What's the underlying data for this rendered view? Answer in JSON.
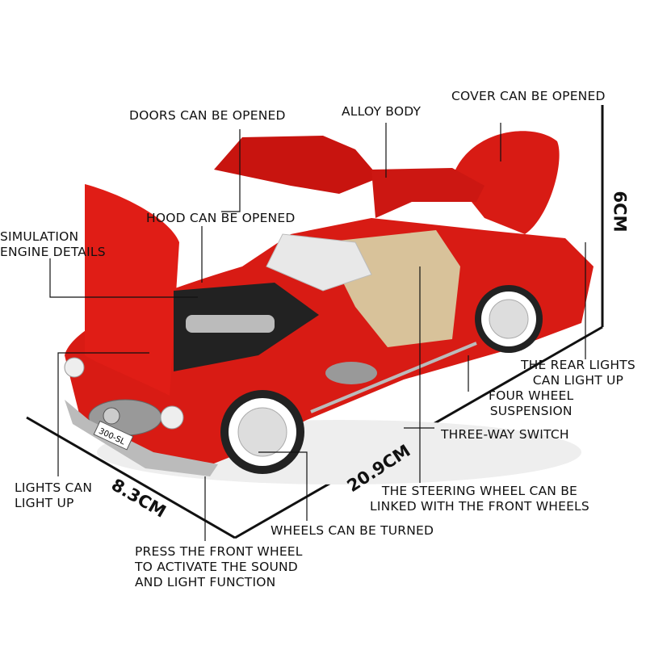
{
  "labels": {
    "doors": "DOORS CAN BE OPENED",
    "alloy": "ALLOY BODY",
    "cover": "COVER CAN BE OPENED",
    "hood": "HOOD CAN BE OPENED",
    "engine": [
      "SIMULATION",
      "ENGINE DETAILS"
    ],
    "rear_lights": [
      "THE REAR LIGHTS",
      "CAN LIGHT UP"
    ],
    "suspension": [
      "FOUR WHEEL",
      "SUSPENSION"
    ],
    "switch": "THREE-WAY SWITCH",
    "lights": [
      "LIGHTS CAN",
      "LIGHT UP"
    ],
    "steering": [
      "THE STEERING WHEEL CAN BE",
      "LINKED WITH THE FRONT WHEELS"
    ],
    "wheels": "WHEELS CAN BE TURNED",
    "press": [
      "PRESS THE FRONT WHEEL",
      "TO ACTIVATE THE SOUND",
      "AND LIGHT FUNCTION"
    ]
  },
  "dimensions": {
    "height": "6CM",
    "length": "20.9CM",
    "width": "8.3CM"
  },
  "plate": "300-SL",
  "colors": {
    "body": "#d81b14",
    "interior": "#d8c29a",
    "line": "#111111"
  }
}
